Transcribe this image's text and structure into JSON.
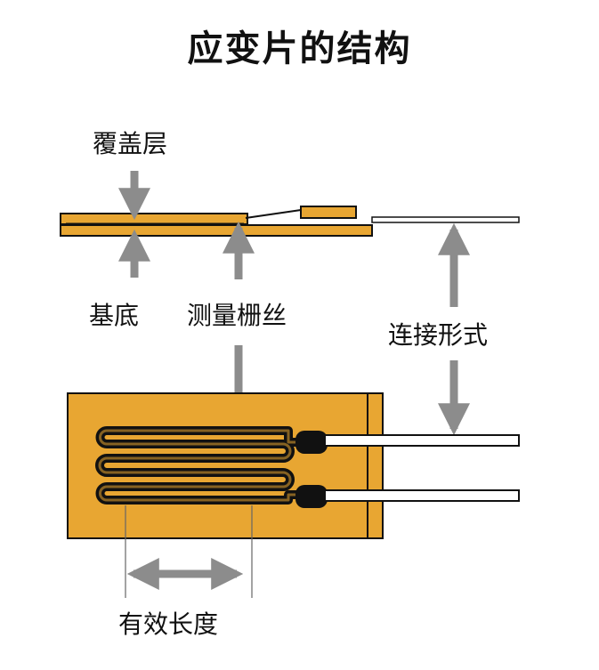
{
  "title": "应变片的结构",
  "labels": {
    "cover": "覆盖层",
    "base": "基底",
    "grid": "测量栅丝",
    "connection": "连接形式",
    "effective_length": "有效长度"
  },
  "colors": {
    "substrate": "#E8A632",
    "outline": "#111111",
    "arrow": "#8C8C8C",
    "wire": "#FFFFFF",
    "text": "#111111"
  }
}
